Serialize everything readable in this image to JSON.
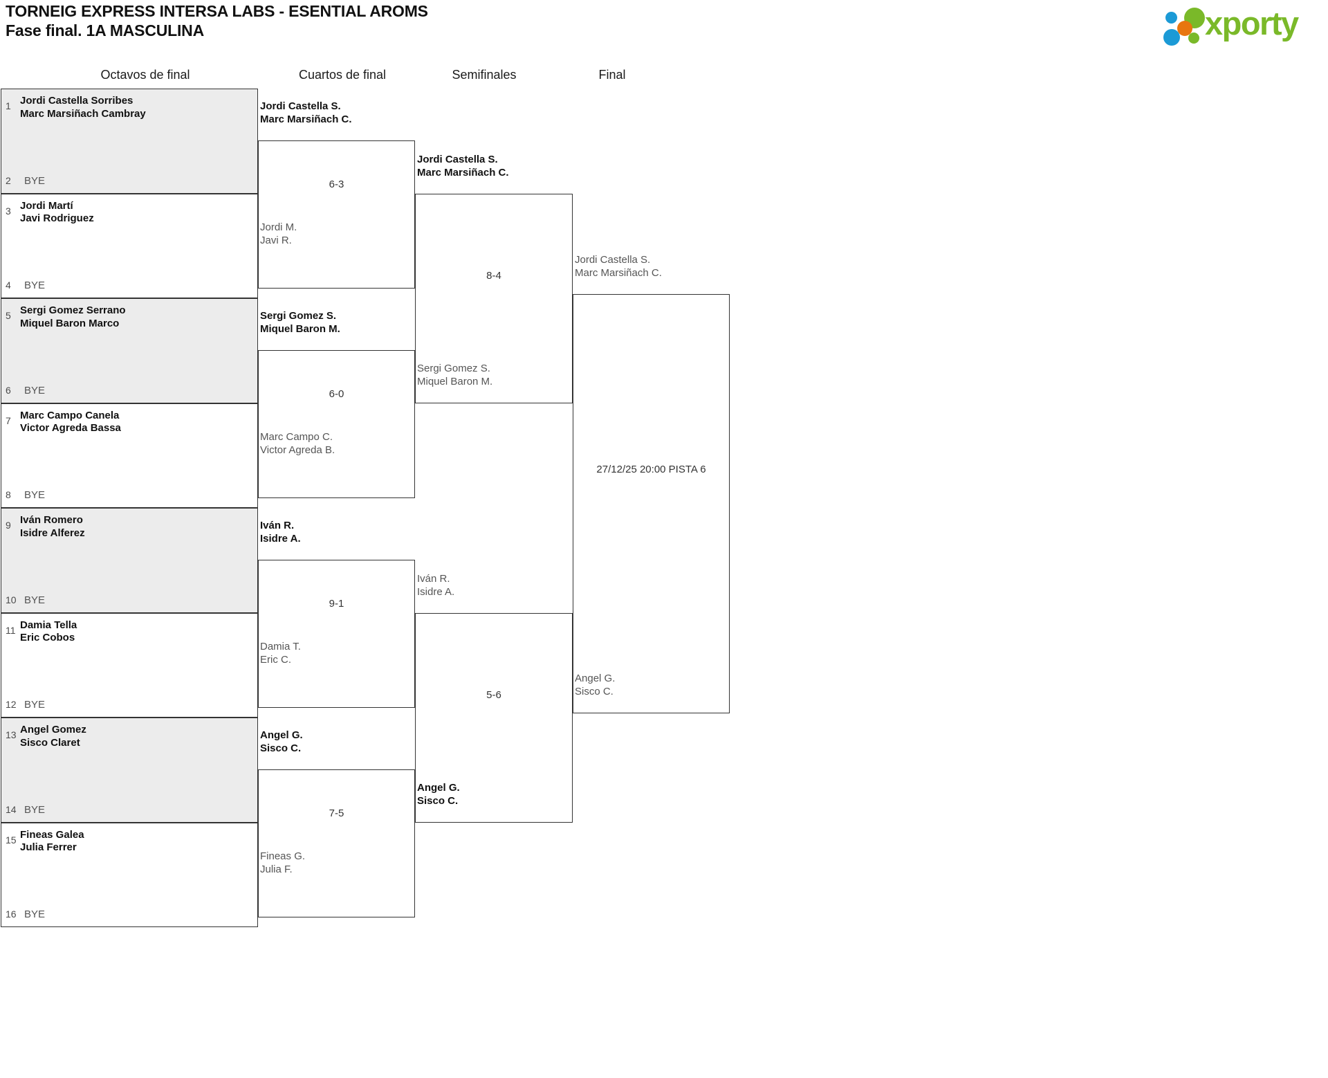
{
  "header": {
    "title_line1": "TORNEIG EXPRESS INTERSA LABS - ESENTIAL AROMS",
    "title_line2": "Fase final. 1A MASCULINA",
    "logo_text": "xporty",
    "colors": {
      "logo_green": "#7ab929",
      "logo_blue": "#1b9ad6",
      "logo_orange": "#e8760f",
      "row_alt_bg": "#ececec",
      "border": "#333333",
      "loser_text": "#555555"
    }
  },
  "rounds": [
    {
      "label": "Octavos de final"
    },
    {
      "label": "Cuartos de final"
    },
    {
      "label": "Semifinales"
    },
    {
      "label": "Final"
    }
  ],
  "round1": [
    {
      "seed_top": "1",
      "names_top": [
        "Jordi Castella Sorribes",
        "Marc Marsiñach Cambray"
      ],
      "seed_bot": "2",
      "bottom": "BYE",
      "shaded": true
    },
    {
      "seed_top": "3",
      "names_top": [
        "Jordi Martí",
        "Javi Rodriguez"
      ],
      "seed_bot": "4",
      "bottom": "BYE",
      "shaded": false
    },
    {
      "seed_top": "5",
      "names_top": [
        "Sergi Gomez Serrano",
        "Miquel Baron Marco"
      ],
      "seed_bot": "6",
      "bottom": "BYE",
      "shaded": true
    },
    {
      "seed_top": "7",
      "names_top": [
        "Marc Campo Canela",
        "Victor Agreda Bassa"
      ],
      "seed_bot": "8",
      "bottom": "BYE",
      "shaded": false
    },
    {
      "seed_top": "9",
      "names_top": [
        "Iván Romero",
        "Isidre Alferez"
      ],
      "seed_bot": "10",
      "bottom": "BYE",
      "shaded": true
    },
    {
      "seed_top": "11",
      "names_top": [
        "Damia Tella",
        "Eric Cobos"
      ],
      "seed_bot": "12",
      "bottom": "BYE",
      "shaded": false
    },
    {
      "seed_top": "13",
      "names_top": [
        "Angel Gomez",
        "Sisco Claret"
      ],
      "seed_bot": "14",
      "bottom": "BYE",
      "shaded": true
    },
    {
      "seed_top": "15",
      "names_top": [
        "Fineas Galea",
        "Julia Ferrer"
      ],
      "seed_bot": "16",
      "bottom": "BYE",
      "shaded": false
    }
  ],
  "round2": [
    {
      "top": [
        "Jordi Castella S.",
        "Marc Marsiñach C."
      ],
      "top_state": "winner",
      "bottom": [
        "Jordi M.",
        "Javi R."
      ],
      "bottom_state": "loser",
      "score": "6-3"
    },
    {
      "top": [
        "Sergi Gomez S.",
        "Miquel Baron M."
      ],
      "top_state": "winner",
      "bottom": [
        "Marc Campo C.",
        "Victor Agreda B."
      ],
      "bottom_state": "loser",
      "score": "6-0"
    },
    {
      "top": [
        "Iván R.",
        "Isidre A."
      ],
      "top_state": "winner",
      "bottom": [
        "Damia T.",
        "Eric C."
      ],
      "bottom_state": "loser",
      "score": "9-1"
    },
    {
      "top": [
        "Angel G.",
        "Sisco C."
      ],
      "top_state": "winner",
      "bottom": [
        "Fineas G.",
        "Julia F."
      ],
      "bottom_state": "loser",
      "score": "7-5"
    }
  ],
  "round3": [
    {
      "top": [
        "Jordi Castella S.",
        "Marc Marsiñach C."
      ],
      "top_state": "winner",
      "bottom": [
        "Sergi Gomez S.",
        "Miquel Baron M."
      ],
      "bottom_state": "loser",
      "score": "8-4"
    },
    {
      "top": [
        "Iván R.",
        "Isidre A."
      ],
      "top_state": "loser",
      "bottom": [
        "Angel G.",
        "Sisco C."
      ],
      "bottom_state": "winner",
      "score": "5-6"
    }
  ],
  "round4": [
    {
      "top": [
        "Jordi Castella S.",
        "Marc Marsiñach C."
      ],
      "top_state": "loser",
      "bottom": [
        "Angel G.",
        "Sisco C."
      ],
      "bottom_state": "loser",
      "schedule": "27/12/25 20:00 PISTA 6"
    }
  ]
}
